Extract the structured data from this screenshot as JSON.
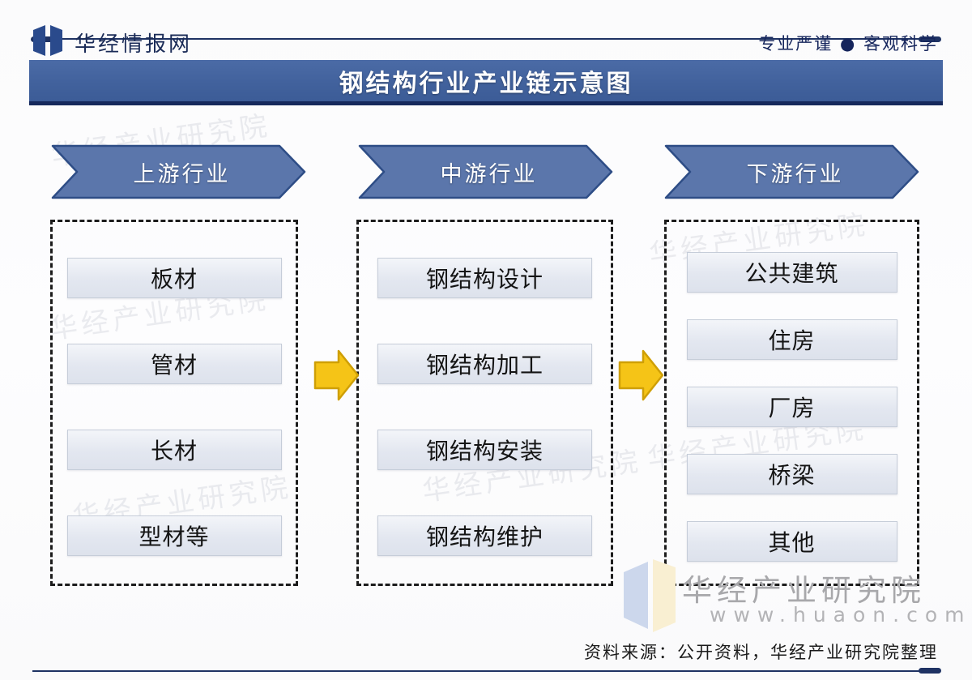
{
  "header": {
    "brand": "华经情报网",
    "slogan": "专业严谨 ● 客观科学"
  },
  "title": "钢结构行业产业链示意图",
  "diagram": {
    "columns": [
      {
        "header": "上游行业",
        "items": [
          "板材",
          "管材",
          "长材",
          "型材等"
        ]
      },
      {
        "header": "中游行业",
        "items": [
          "钢结构设计",
          "钢结构加工",
          "钢结构安装",
          "钢结构维护"
        ]
      },
      {
        "header": "下游行业",
        "items": [
          "公共建筑",
          "住房",
          "厂房",
          "桥梁",
          "其他"
        ]
      }
    ]
  },
  "watermark": {
    "name": "华经产业研究院",
    "url": "www.huaon.com",
    "faint": "华经产业研究院"
  },
  "footer": {
    "source": "资料来源：公开资料，华经产业研究院整理"
  },
  "colors": {
    "title_bar": "#41619c",
    "navy_line": "#1e3263",
    "chevron_fill": "#5b76ab",
    "chevron_border": "#2e4d86",
    "arrow_fill": "#f5c417",
    "arrow_border": "#cf9f05",
    "item_fill": "#e3e7f0",
    "item_border": "#c6cdd9"
  }
}
